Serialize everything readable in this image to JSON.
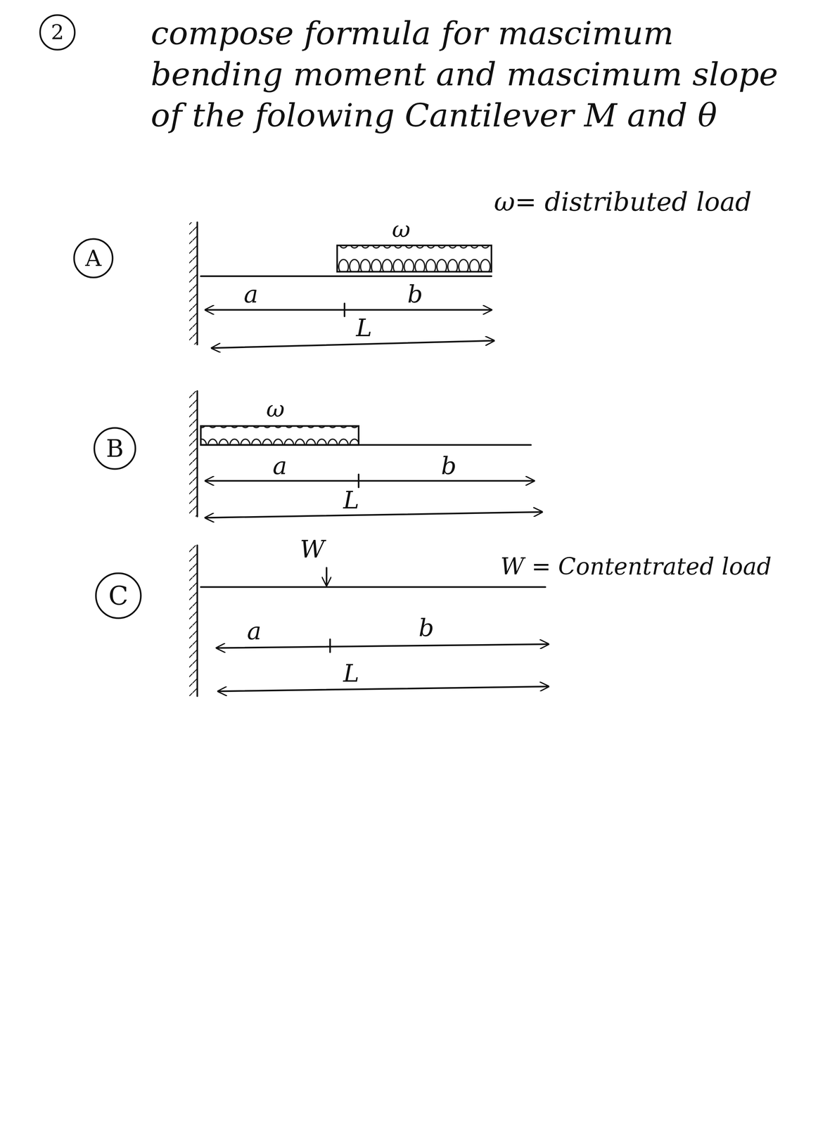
{
  "diagram": {
    "title": "compose formula for mascimum bending moment and mascimum slope of the folowing Cantilever M and θ",
    "nodes": [
      {
        "text": [
          "2"
        ]
      },
      {
        "text": [
          "A"
        ]
      },
      {
        "text": [
          "B"
        ]
      },
      {
        "text": [
          "C"
        ]
      }
    ],
    "labels": [
      "ω= distributed load",
      "ω",
      "a",
      "b",
      "L",
      "ω",
      "a",
      "b",
      "L",
      "W",
      "W = Contentrated load",
      "a",
      "b",
      "L"
    ]
  }
}
